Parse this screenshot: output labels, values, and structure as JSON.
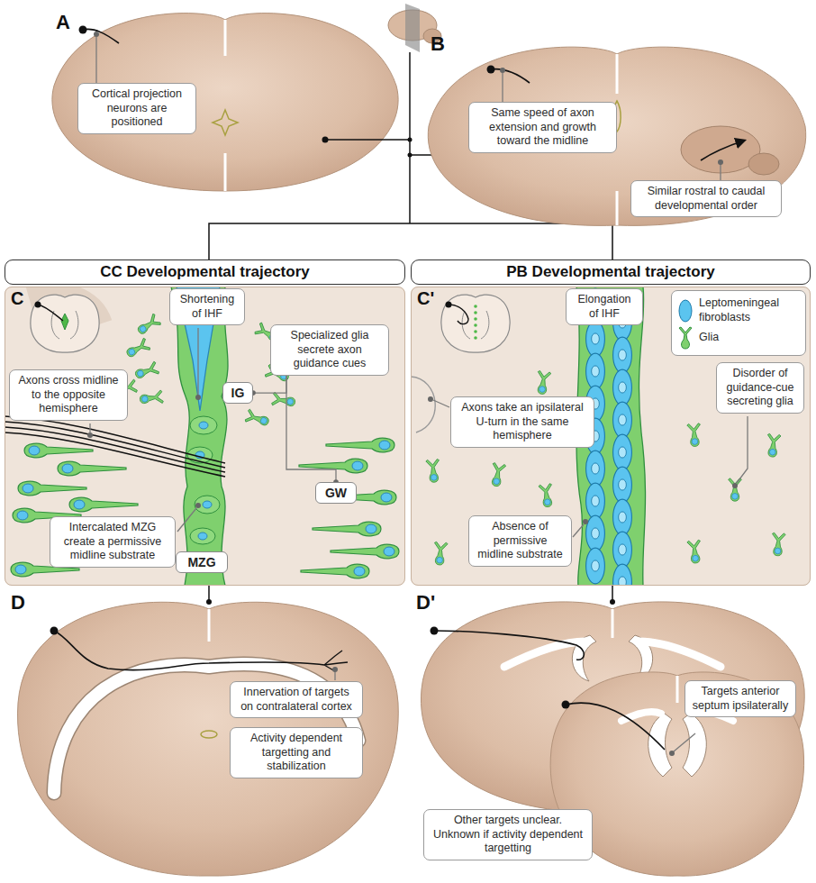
{
  "diagram": {
    "nodes": [
      {
        "text": [
          "Cortical projection neurons are positioned"
        ]
      },
      {
        "text": [
          "Same speed of axon extension and growth toward the midline"
        ]
      },
      {
        "text": [
          "Similar rostral to caudal developmental order"
        ]
      },
      {
        "text": [
          "CC Developmental trajectory"
        ]
      },
      {
        "text": [
          "PB Developmental trajectory"
        ]
      },
      {
        "text": [
          "C"
        ]
      },
      {
        "text": [
          "Shortening of IHF"
        ],
        "in": 5
      },
      {
        "text": [
          "Specialized glia secrete axon guidance cues"
        ],
        "in": 5
      },
      {
        "text": [
          "Axons cross midline to the opposite hemisphere"
        ],
        "in": 5
      },
      {
        "text": [
          "IG"
        ],
        "in": 5
      },
      {
        "text": [
          "GW"
        ],
        "in": 5
      },
      {
        "text": [
          "Intercalated MZG create a permissive midline substrate"
        ],
        "in": 5
      },
      {
        "text": [
          "MZG"
        ],
        "in": 5
      },
      {
        "text": [
          "C'"
        ]
      },
      {
        "text": [
          "Elongation of IHF"
        ],
        "in": 13
      },
      {
        "text": [
          "Axons take an ipsilateral U-turn in the same hemisphere"
        ],
        "in": 13
      },
      {
        "text": [
          "Disorder of guidance-cue secreting glia"
        ],
        "in": 13
      },
      {
        "text": [
          "Absence of permissive midline substrate"
        ],
        "in": 13
      },
      {
        "text": [
          "Innervation of targets on contralateral cortex"
        ]
      },
      {
        "text": [
          "Activity dependent targetting and stabilization"
        ]
      },
      {
        "text": [
          "Targets anterior septum ipsilaterally"
        ]
      },
      {
        "text": [
          "Other targets unclear. Unknown if activity dependent targetting"
        ]
      }
    ],
    "edges": [
      {
        "from": 7,
        "to": 9,
        "arrow": "none"
      },
      {
        "from": 7,
        "to": 10,
        "arrow": "none"
      }
    ],
    "labels": [
      "A",
      "B",
      "D",
      "D'"
    ],
    "legend": [
      {
        "text": "Leptomeningeal fibroblasts",
        "color": "#5bc4ef"
      },
      {
        "text": "Glia",
        "color": "#7fd06e"
      }
    ]
  }
}
